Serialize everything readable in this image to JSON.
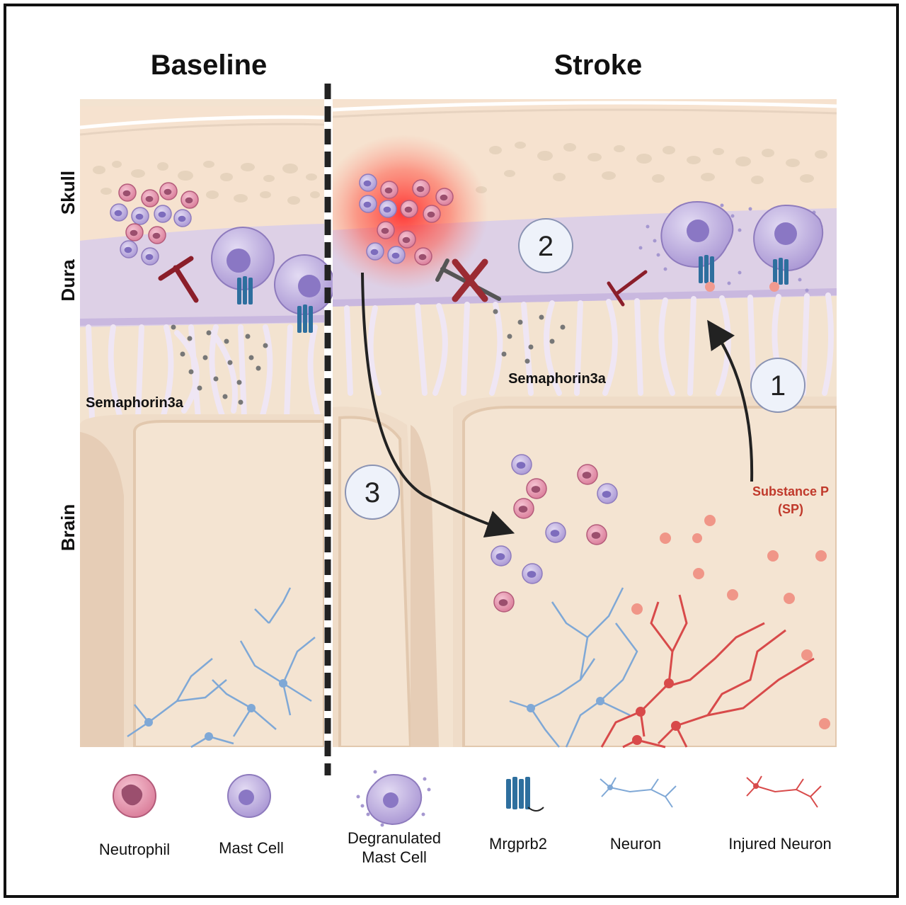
{
  "panels": {
    "baseline_title": "Baseline",
    "stroke_title": "Stroke"
  },
  "layers": {
    "skull": "Skull",
    "dura": "Dura",
    "brain": "Brain"
  },
  "labels": {
    "semaphorin_baseline": "Semaphorin3a",
    "semaphorin_stroke": "Semaphorin3a",
    "substance_p_line1": "Substance P",
    "substance_p_line2": "(SP)"
  },
  "steps": [
    "1",
    "2",
    "3"
  ],
  "legend": [
    {
      "icon": "neutrophil-icon",
      "label_lines": [
        "Neutrophil"
      ]
    },
    {
      "icon": "mast-cell-icon",
      "label_lines": [
        "Mast Cell"
      ]
    },
    {
      "icon": "degranulated-mast-cell-icon",
      "label_lines": [
        "Degranulated",
        "Mast Cell"
      ]
    },
    {
      "icon": "mrgprb2-receptor-icon",
      "label_lines": [
        "Mrgprb2"
      ]
    },
    {
      "icon": "neuron-icon",
      "label_lines": [
        "Neuron"
      ]
    },
    {
      "icon": "injured-neuron-icon",
      "label_lines": [
        "Injured Neuron"
      ]
    }
  ],
  "colors": {
    "skull": "#f6e2cf",
    "dura": "#ddd0e6",
    "brain": "#f3e3d0",
    "neutrophil": "#e58aa8",
    "mast_cell": "#b9a7dc",
    "receptor": "#2e6f9e",
    "neuron": "#7fa8d6",
    "injured_neuron": "#d84a4a",
    "inhibition": "#8b1e2a",
    "substance_p": "#c0392b"
  }
}
